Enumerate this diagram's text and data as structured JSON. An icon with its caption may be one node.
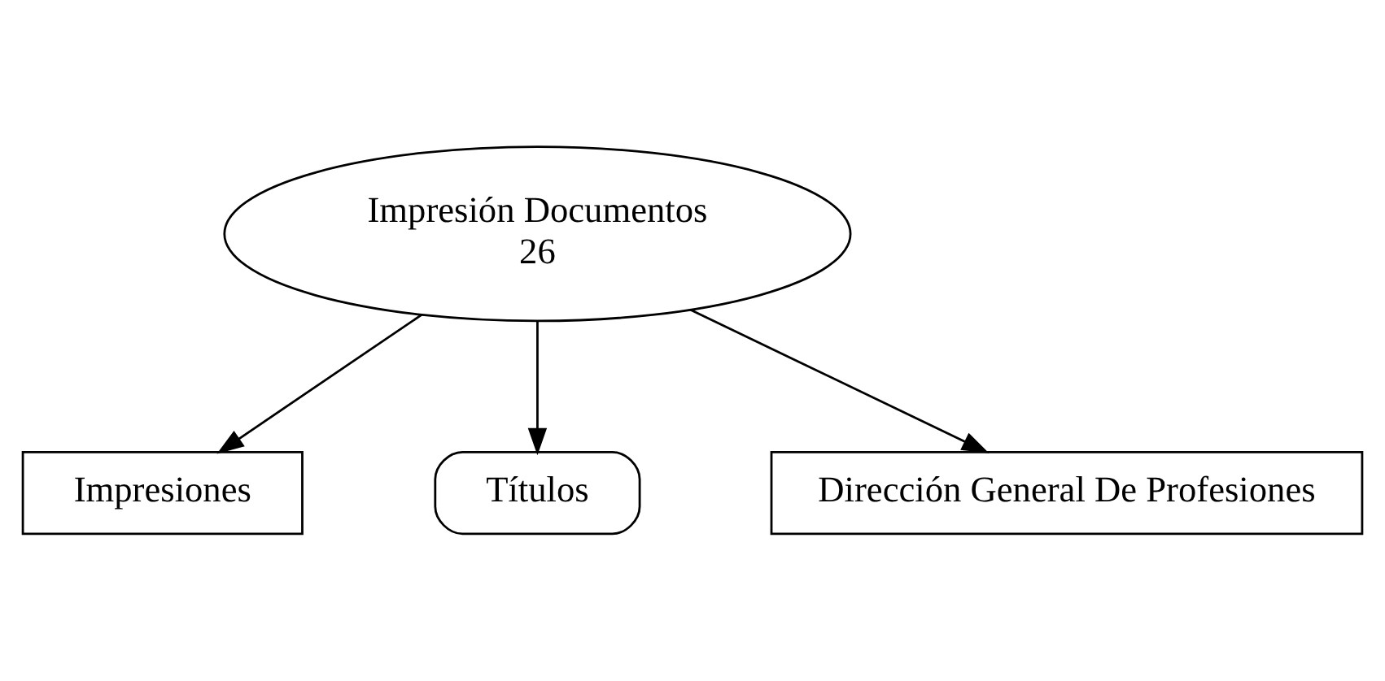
{
  "diagram": {
    "nodes": [
      {
        "text": [
          "Impresiones"
        ]
      },
      {
        "text": [
          "Impresión Documentos",
          "26"
        ]
      },
      {
        "text": [
          "Títulos"
        ]
      },
      {
        "text": [
          "Dirección General De Profesiones"
        ]
      }
    ],
    "edges": [
      {
        "from": 1,
        "to": 0,
        "arrow": "to"
      },
      {
        "from": 1,
        "to": 2,
        "arrow": "to"
      },
      {
        "from": 1,
        "to": 3,
        "arrow": "to"
      }
    ]
  }
}
